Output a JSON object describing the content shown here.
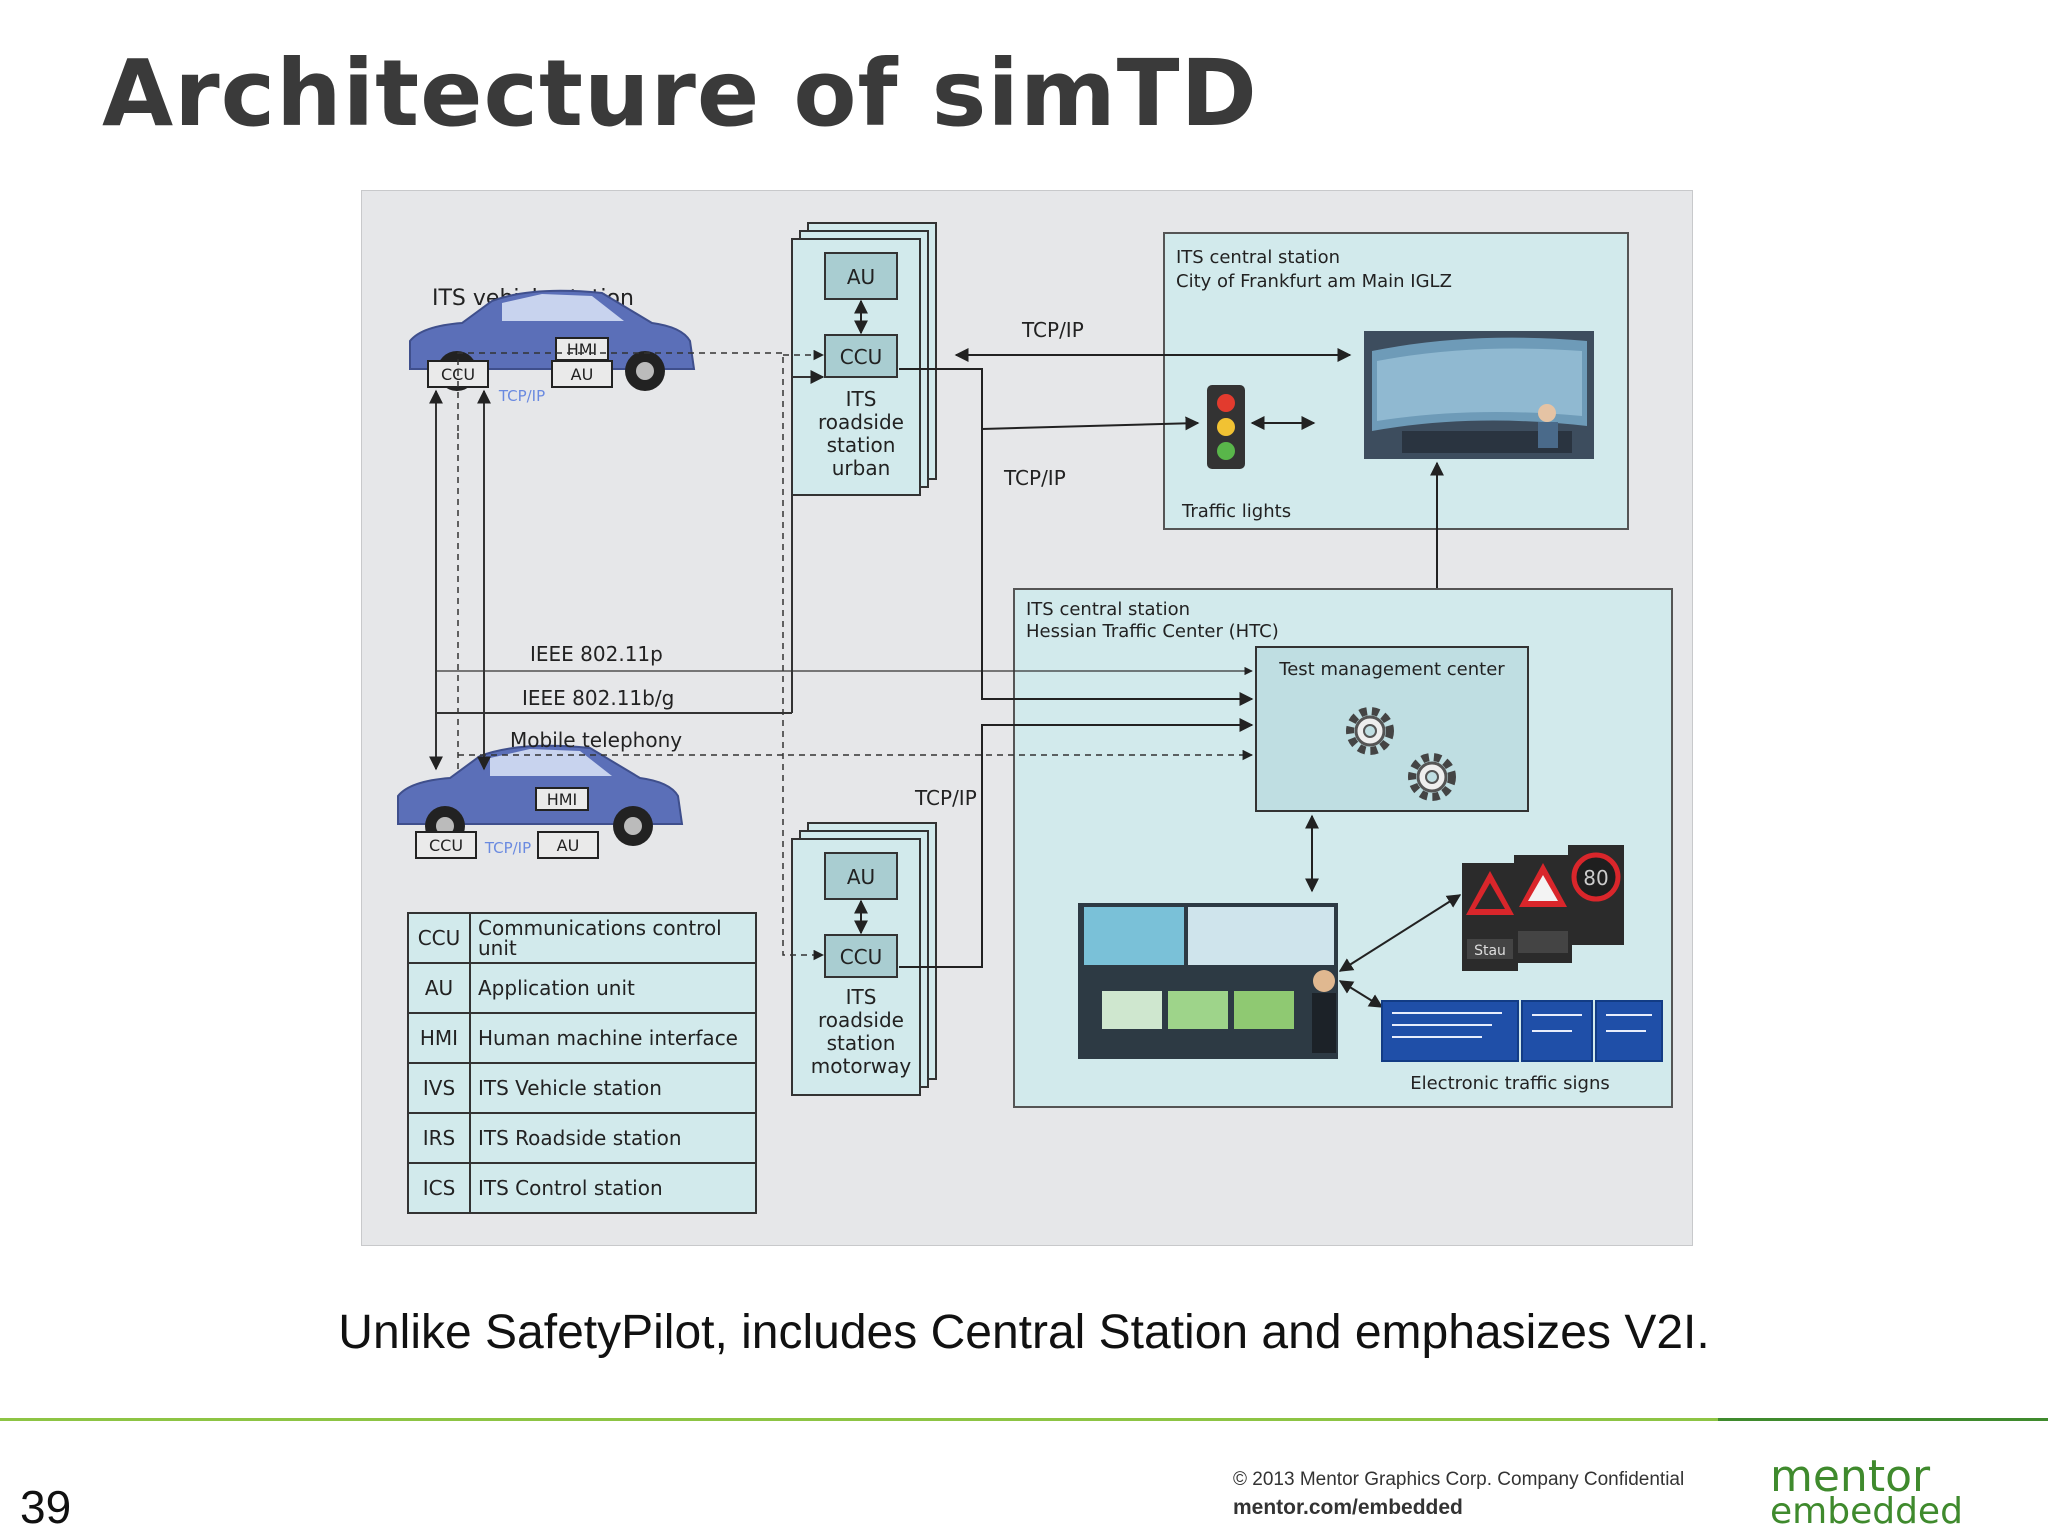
{
  "slide": {
    "title": "Architecture of simTD",
    "caption": "Unlike SafetyPilot, includes Central Station and emphasizes V2I.",
    "page_number": "39",
    "copyright": "© 2013 Mentor Graphics Corp. Company Confidential",
    "website": "mentor.com/embedded",
    "logo_top": "mentor",
    "logo_bottom": "embedded"
  },
  "diagram": {
    "vehicle_station_label": "ITS vehicle station",
    "car1": {
      "hmi": "HMI",
      "ccu": "CCU",
      "link": "TCP/IP",
      "au": "AU"
    },
    "car2": {
      "hmi": "HMI",
      "ccu": "CCU",
      "link": "TCP/IP",
      "au": "AU"
    },
    "roadside_urban": {
      "au": "AU",
      "ccu": "CCU",
      "label1": "ITS",
      "label2": "roadside",
      "label3": "station",
      "label4": "urban"
    },
    "roadside_motorway": {
      "au": "AU",
      "ccu": "CCU",
      "label1": "ITS",
      "label2": "roadside",
      "label3": "station",
      "label4": "motorway"
    },
    "central_frankfurt": {
      "line1": "ITS central station",
      "line2": "City of Frankfurt am Main IGLZ",
      "traffic_lights": "Traffic lights"
    },
    "central_hessian": {
      "line1": "ITS central station",
      "line2": "Hessian Traffic Center (HTC)",
      "tmc": "Test management center",
      "signs": "Electronic traffic signs"
    },
    "links": {
      "tcpip_top": "TCP/IP",
      "tcpip_mid": "TCP/IP",
      "tcpip_bottom": "TCP/IP",
      "ieee_p": "IEEE 802.11p",
      "ieee_bg": "IEEE 802.11b/g",
      "mobile": "Mobile telephony"
    },
    "sign_80": "80",
    "sign_stau": "Stau",
    "legend": [
      {
        "abbr": "CCU",
        "line1": "Communications control",
        "line2": "unit"
      },
      {
        "abbr": "AU",
        "line1": "Application unit",
        "line2": ""
      },
      {
        "abbr": "HMI",
        "line1": "Human machine interface",
        "line2": ""
      },
      {
        "abbr": "IVS",
        "line1": "ITS Vehicle station",
        "line2": ""
      },
      {
        "abbr": "IRS",
        "line1": "ITS Roadside station",
        "line2": ""
      },
      {
        "abbr": "ICS",
        "line1": "ITS Control station",
        "line2": ""
      }
    ]
  },
  "colors": {
    "accent_green": "#8dc444",
    "logo_green": "#3f8a2d",
    "box_fill": "#d2eaec",
    "car_blue": "#5b6fb8"
  }
}
